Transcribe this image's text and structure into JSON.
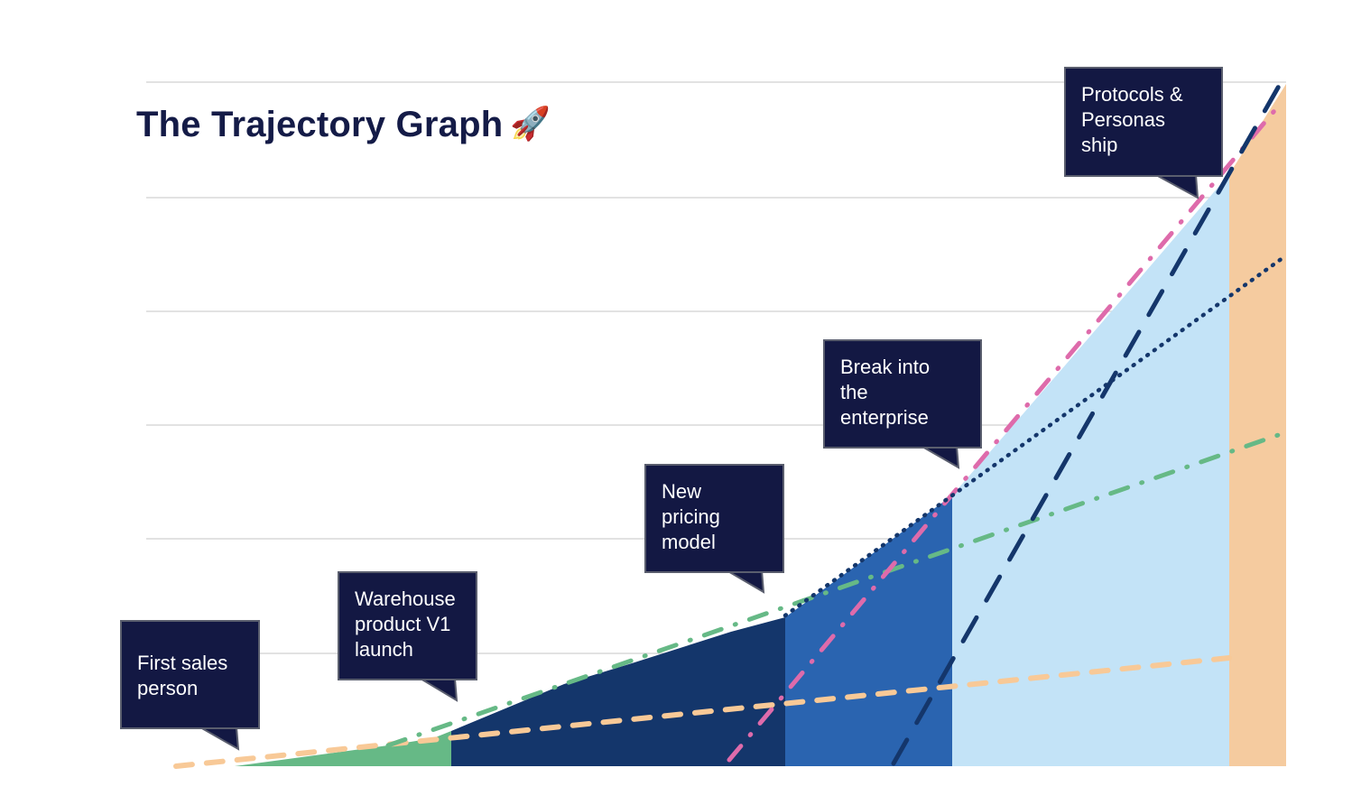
{
  "title": "The Trajectory Graph",
  "title_emoji": "🚀",
  "callouts": [
    {
      "label": "First sales\nperson"
    },
    {
      "label": "Warehouse\nproduct V1\nlaunch"
    },
    {
      "label": "New\npricing\nmodel"
    },
    {
      "label": "Break into\nthe\nenterprise"
    },
    {
      "label": "Protocols &\nPersonas\nship"
    }
  ],
  "colors": {
    "title": "#141b47",
    "callout_bg": "#131843",
    "segment_1": "#66b986",
    "segment_2": "#14366b",
    "segment_3": "#2a64b0",
    "segment_4": "#c3e3f7",
    "segment_5": "#f5cb9f",
    "trend_orange": "#f8c997",
    "trend_green": "#66b986",
    "trend_pink": "#de6bab",
    "trend_navy_dotted": "#14366b",
    "trend_navy_dashed": "#14366b",
    "gridline": "#d9d9d9"
  },
  "chart_data": {
    "type": "area",
    "title": "The Trajectory Graph",
    "xlabel": "",
    "ylabel": "",
    "grid": true,
    "gridlines_count": 6,
    "axis_labels_visible": false,
    "note": "Unlabeled axes; values are relative (0 = baseline, 100 = top gridline). x is relative time 0-100.",
    "x": [
      0,
      5,
      18.5,
      22.5,
      24,
      34,
      40,
      48.5,
      53,
      67.5,
      77.5,
      91.5,
      96.5
    ],
    "y": [
      0,
      0,
      3,
      4,
      5,
      12,
      15,
      19.5,
      21.5,
      39,
      58,
      86,
      99
    ],
    "segments": [
      {
        "name": "First sales person",
        "x_start": 0,
        "x_end": 24,
        "color": "#66b986"
      },
      {
        "name": "Warehouse product V1 launch",
        "x_start": 24,
        "x_end": 53,
        "color": "#14366b"
      },
      {
        "name": "New pricing model",
        "x_start": 53,
        "x_end": 67.5,
        "color": "#2a64b0"
      },
      {
        "name": "Break into the enterprise",
        "x_start": 67.5,
        "x_end": 91.5,
        "color": "#c3e3f7"
      },
      {
        "name": "Protocols & Personas ship",
        "x_start": 91.5,
        "x_end": 96.5,
        "color": "#f5cb9f"
      }
    ],
    "series": [
      {
        "name": "Trend 1 (orange dashed)",
        "style": "dashed",
        "color": "#f8c997",
        "x": [
          0,
          91.5
        ],
        "values": [
          0,
          16
        ]
      },
      {
        "name": "Trend 2 (green dash-dot)",
        "style": "dash-dot",
        "color": "#66b986",
        "x": [
          18,
          96.5
        ],
        "values": [
          3,
          49
        ]
      },
      {
        "name": "Trend 3 (pink dash-dot)",
        "style": "dash-dot",
        "color": "#de6bab",
        "x": [
          48.5,
          96.5
        ],
        "values": [
          0,
          96
        ]
      },
      {
        "name": "Trend 4 (navy dotted)",
        "style": "dotted",
        "color": "#14366b",
        "x": [
          53,
          96.5
        ],
        "values": [
          21.5,
          74
        ]
      },
      {
        "name": "Trend 5 (navy long dash)",
        "style": "long-dash",
        "color": "#14366b",
        "x": [
          63,
          96.5
        ],
        "values": [
          0,
          101
        ]
      }
    ],
    "annotations": [
      {
        "text": "First sales person",
        "x": 5
      },
      {
        "text": "Warehouse product V1 launch",
        "x": 23.5
      },
      {
        "text": "New pricing model",
        "x": 51
      },
      {
        "text": "Break into the enterprise",
        "x": 69
      },
      {
        "text": "Protocols & Personas ship",
        "x": 90
      }
    ],
    "ylim": [
      0,
      100
    ]
  }
}
